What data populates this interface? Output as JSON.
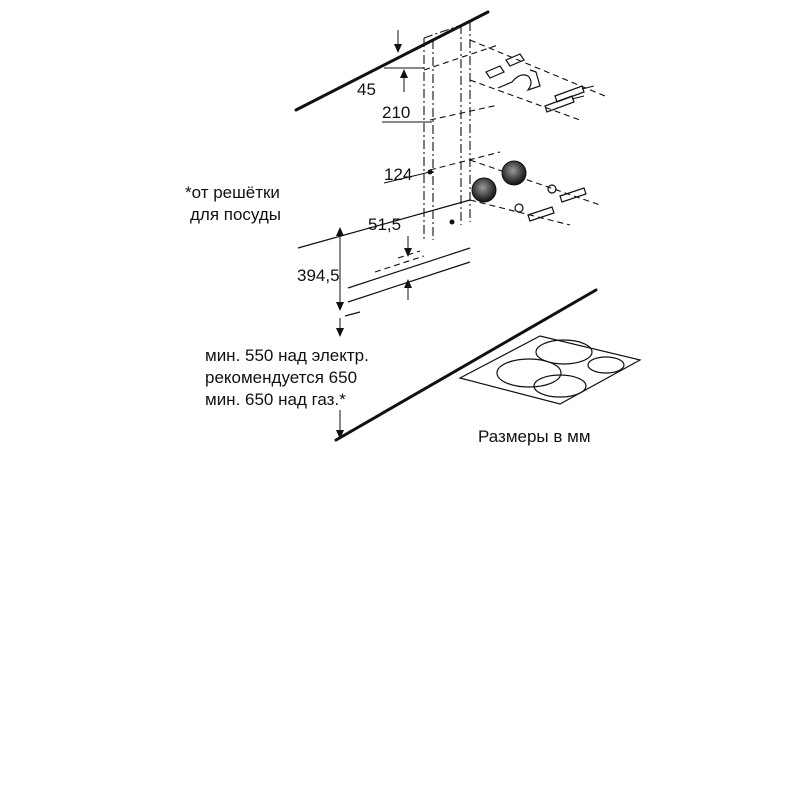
{
  "dimensions": {
    "d45": "45",
    "d210": "210",
    "d124": "124",
    "d51_5": "51,5",
    "d394_5": "394,5"
  },
  "notes": {
    "grille_line1": "*от решётки",
    "grille_line2": "для посуды",
    "height_line1": "мин. 550 над электр.",
    "height_line2": "рекомендуется 650",
    "height_line3": "мин. 650 над газ.*",
    "units": "Размеры в мм"
  }
}
